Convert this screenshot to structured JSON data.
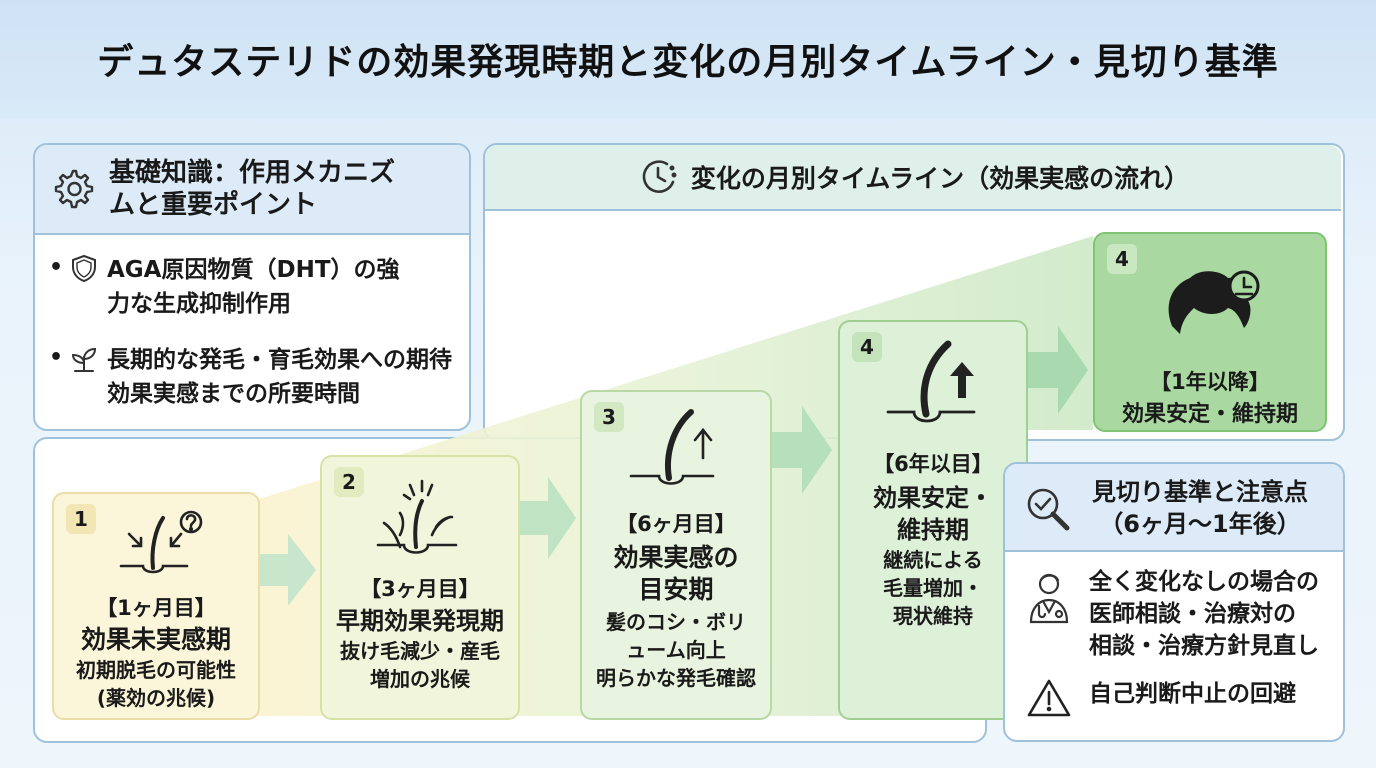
{
  "title": "デュタステリドの効果発現時期と変化の月別タイムライン・見切り基準",
  "knowledge": {
    "heading_line1": "基礎知識：作用メカニズ",
    "heading_line2": "ムと重要ポイント",
    "items": [
      {
        "bullet": "•",
        "icon": "shield-icon",
        "line1": "AGA原因物質（DHT）の強",
        "line2": "力な生成抑制作用"
      },
      {
        "bullet": "•",
        "icon": "sprout-icon",
        "line1": "長期的な発毛・育毛効果への期待",
        "line2": "効果実感までの所要時間"
      }
    ]
  },
  "timeline": {
    "heading": "変化の月別タイムライン（効果実感の流れ）",
    "steps": [
      {
        "num": "1",
        "period": "【1ヶ月目】",
        "title": "効果未実感期",
        "desc1": "初期脱毛の可能性",
        "desc2": "(薬効の兆候)"
      },
      {
        "num": "2",
        "period": "【3ヶ月目】",
        "title": "早期効果発現期",
        "desc1": "抜け毛減少・産毛",
        "desc2": "増加の兆候"
      },
      {
        "num": "3",
        "period": "【6ヶ月目】",
        "title1": "効果実感の",
        "title2": "目安期",
        "desc1": "髪のコシ・ボリ",
        "desc2": "ューム向上",
        "desc3": "明らかな発毛確認"
      },
      {
        "num": "4",
        "period": "【6年以目】",
        "title1": "効果安定・",
        "title2": "維持期",
        "desc1": "継続による",
        "desc2": "毛量増加・",
        "desc3": "現状維持"
      },
      {
        "num": "4",
        "period": "【1年以降】",
        "title": "効果安定・維持期"
      }
    ]
  },
  "criteria": {
    "heading_line1": "見切り基準と注意点",
    "heading_line2": "（6ヶ月〜1年後）",
    "items": [
      {
        "icon": "doctor-icon",
        "line1": "全く変化なしの場合の",
        "line2": "医師相談・治療対の",
        "line3": "相談・治療方針見直し"
      },
      {
        "icon": "warning-icon",
        "line1": "自己判断中止の回避"
      }
    ]
  },
  "colors": {
    "header_bg": "#d9eaf8",
    "panel_border": "#9fc1dc",
    "timeline_head_bg": "#dff0ea",
    "step1_bg": "#fbf5d9",
    "step5_bg": "#a9d9a1",
    "arrow": "#bfe3c2"
  }
}
